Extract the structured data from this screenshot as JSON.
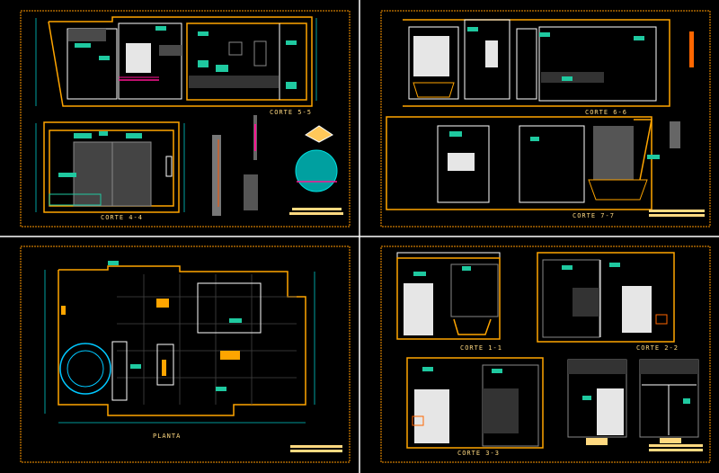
{
  "sheets": [
    {
      "id": "top-left",
      "sections": [
        "CORTE 5-5",
        "CORTE 4-4"
      ]
    },
    {
      "id": "top-right",
      "sections": [
        "CORTE 6-6",
        "CORTE 7-7"
      ]
    },
    {
      "id": "bottom-left",
      "sections": [
        "PLANTA"
      ]
    },
    {
      "id": "bottom-right",
      "sections": [
        "CORTE 1-1",
        "CORTE 2-2",
        "CORTE 3-3"
      ]
    }
  ],
  "colors": {
    "background": "#000000",
    "frame": "#ff9900",
    "walls": "#ffa500",
    "annotation": "#1fc9a0",
    "dimension": "#00c8c8"
  }
}
